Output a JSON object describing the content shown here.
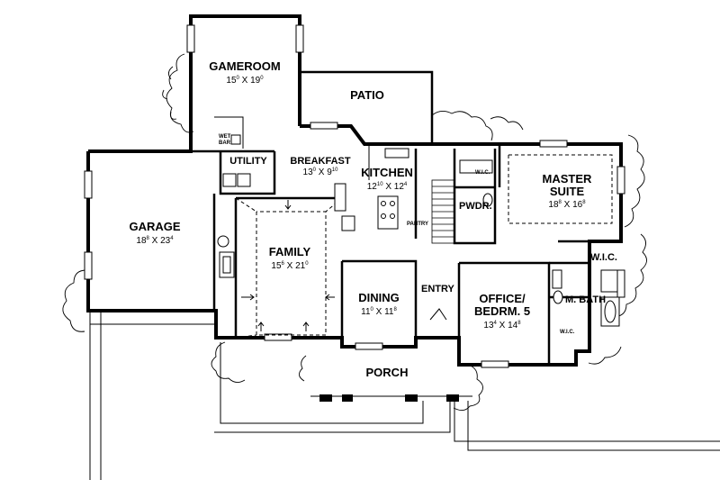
{
  "rooms": {
    "gameroom": {
      "name": "GAMEROOM",
      "w": "15",
      "wi": "0",
      "h": "19",
      "hi": "0"
    },
    "wet_bar": {
      "line1": "WET",
      "line2": "BAR"
    },
    "patio": {
      "name": "PATIO"
    },
    "breakfast": {
      "name": "BREAKFAST",
      "w": "13",
      "wi": "0",
      "h": "9",
      "hi": "10"
    },
    "utility": {
      "name": "UTILITY"
    },
    "kitchen": {
      "name": "KITCHEN",
      "w": "12",
      "wi": "10",
      "h": "12",
      "hi": "4"
    },
    "pantry": {
      "name": "PANTRY"
    },
    "pwdr": {
      "name": "PWDR."
    },
    "wic_top": {
      "name": "W.I.C."
    },
    "master_suite": {
      "line1": "MASTER",
      "line2": "SUITE",
      "w": "18",
      "wi": "8",
      "h": "16",
      "hi": "8"
    },
    "garage": {
      "name": "GARAGE",
      "w": "18",
      "wi": "8",
      "h": "23",
      "hi": "4"
    },
    "family": {
      "name": "FAMILY",
      "w": "15",
      "wi": "6",
      "h": "21",
      "hi": "0"
    },
    "wic_right": {
      "name": "W.I.C."
    },
    "dining": {
      "name": "DINING",
      "w": "11",
      "wi": "0",
      "h": "11",
      "hi": "8"
    },
    "entry": {
      "name": "ENTRY"
    },
    "office": {
      "line1": "OFFICE/",
      "line2": "BEDRM. 5",
      "w": "13",
      "wi": "4",
      "h": "14",
      "hi": "8"
    },
    "m_bath": {
      "name": "M. BATH"
    },
    "wic_bath": {
      "name": "W.I.C."
    },
    "porch": {
      "name": "PORCH"
    }
  },
  "icons": [
    "tree-icon",
    "window-icon",
    "door-swing-icon",
    "stair-icon",
    "fireplace-icon",
    "sink-icon",
    "tub-icon",
    "toilet-icon"
  ],
  "colors": {
    "ink": "#000000",
    "paper": "#ffffff"
  }
}
